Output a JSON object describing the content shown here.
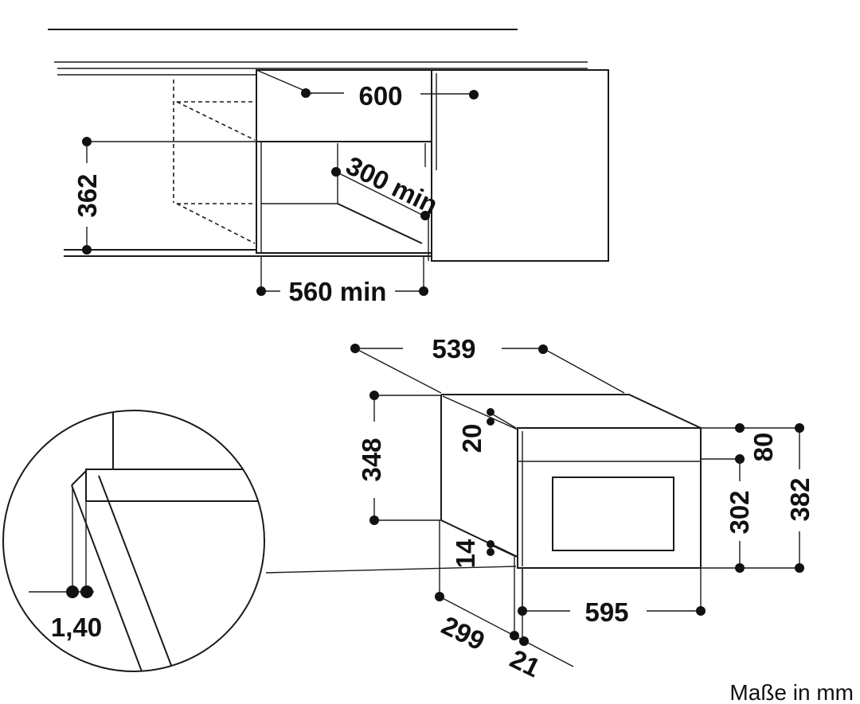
{
  "diagram": {
    "top_view": {
      "width": "600",
      "depth": "300 min",
      "height": "362",
      "inner_width": "560 min"
    },
    "appliance": {
      "total_width": "539",
      "body_height": "348",
      "top_offset": "20",
      "bottom_offset": "14",
      "top_panel": "80",
      "door_height": "302",
      "total_height": "382",
      "front_width": "595",
      "body_depth": "299",
      "door_depth": "21"
    },
    "detail": {
      "gap": "1,40"
    },
    "unit_note": "Maße in mm"
  }
}
